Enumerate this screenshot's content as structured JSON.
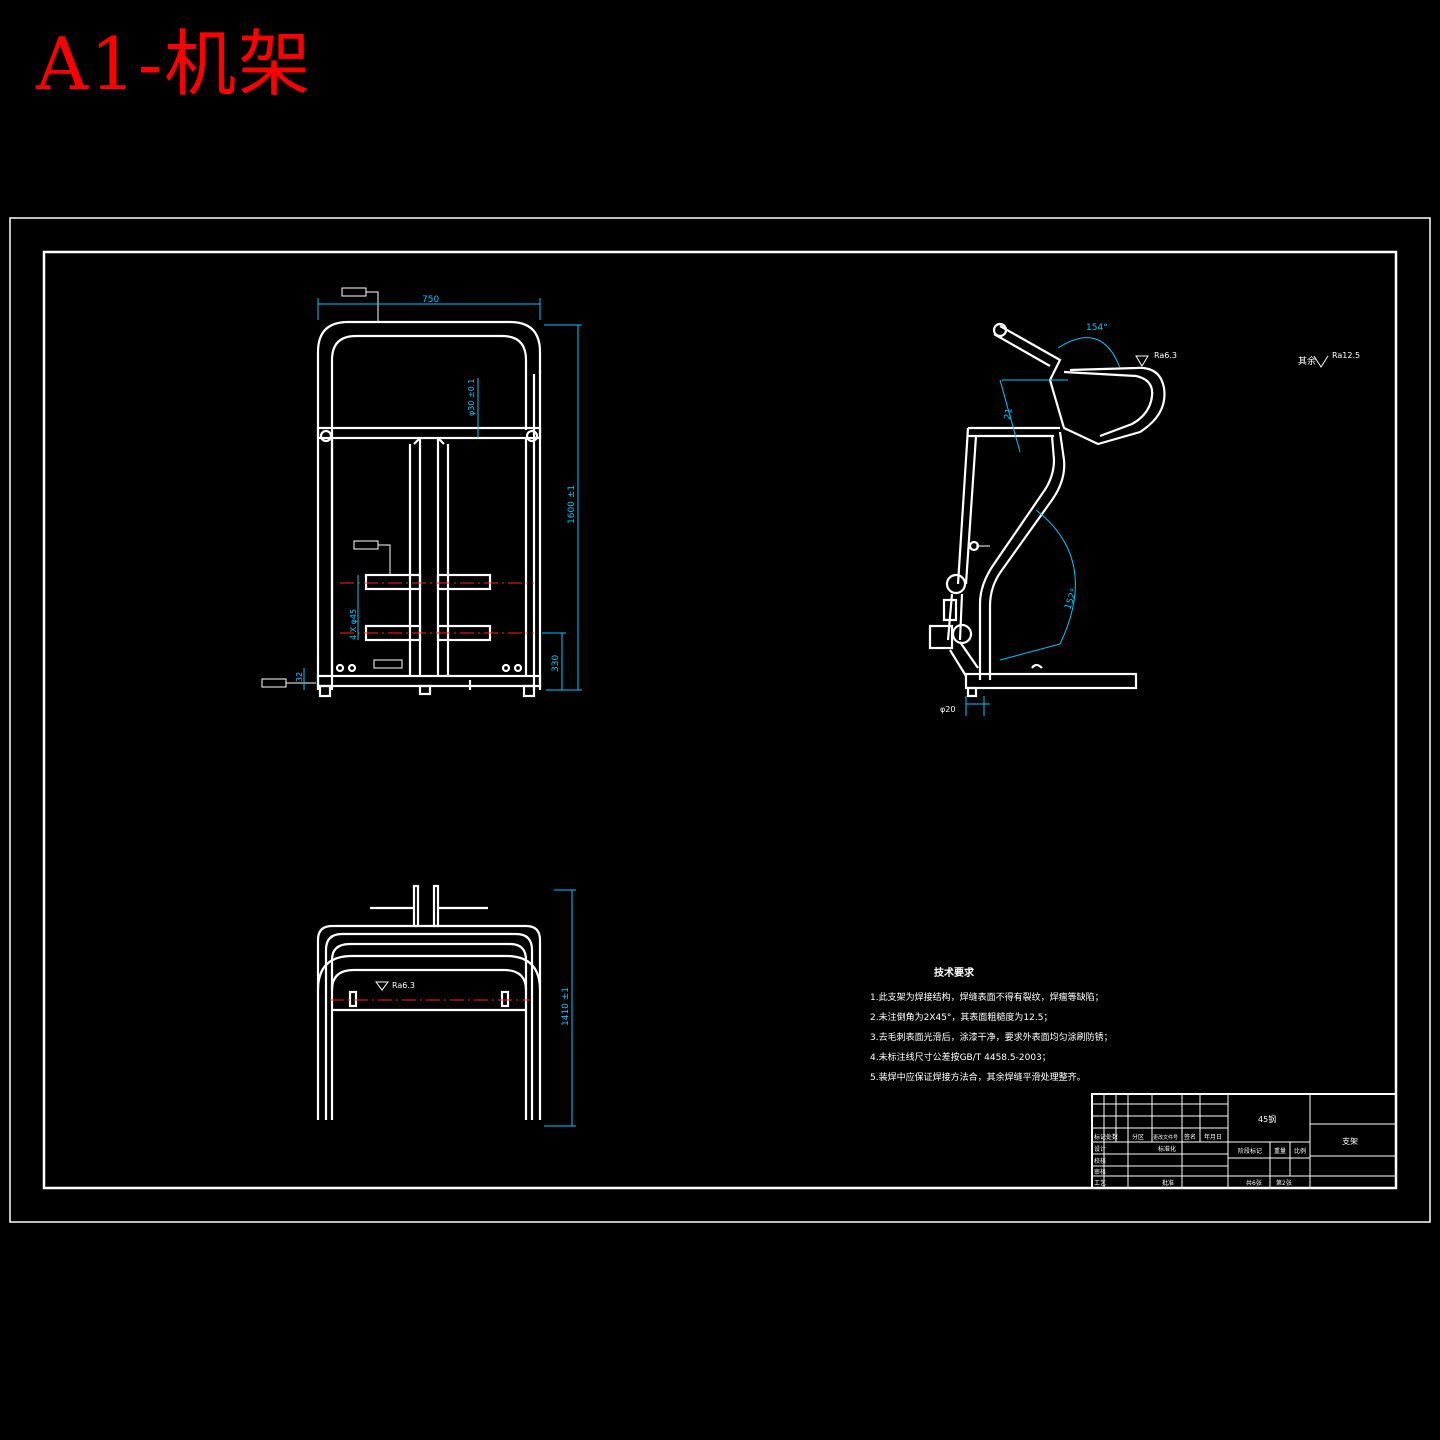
{
  "title": "A1-机架",
  "front_view": {
    "dim_width": "750",
    "dim_height": "1600 ±1",
    "dim_bottom": "330",
    "dim_tube_dia": "φ30 ±0.1",
    "dim_holes": "4 X φ45",
    "dim_small": "32"
  },
  "side_view": {
    "angle_top": "154°",
    "angle_lower": "152°",
    "dim_upper": "21",
    "dim_base": "φ20",
    "roughness": "Ra6.3",
    "roughness_label": "Ra6.3"
  },
  "top_view": {
    "dim_height": "1410 ±1",
    "roughness": "Ra6.3"
  },
  "general_roughness": {
    "prefix": "其余",
    "value": "Ra12.5"
  },
  "tech_requirements": {
    "heading": "技术要求",
    "items": [
      "1.此支架为焊接结构，焊缝表面不得有裂纹，焊瘤等缺陷；",
      "2.未注倒角为2X45°，其表面粗糙度为12.5；",
      "3.去毛刺表面光滑后，涂漆干净，要求外表面均匀涂刷防锈；",
      "4.未标注线尺寸公差按GB/T 4458.5-2003；",
      "5.装焊中应保证焊接方法合，其余焊缝平滑处理整齐。"
    ]
  },
  "title_block": {
    "material": "45钢",
    "part_name": "支架",
    "header_cells": [
      "标记",
      "处数",
      "分区",
      "更改文件号",
      "签名",
      "年月日"
    ],
    "row_labels": [
      "设计",
      "校核",
      "审核",
      "工艺"
    ],
    "standardization": "标准化",
    "approval": "批准",
    "stage_cells": [
      "阶段标记",
      "重量",
      "比例"
    ],
    "sheet_total": "共6张",
    "sheet_no": "第2张"
  }
}
